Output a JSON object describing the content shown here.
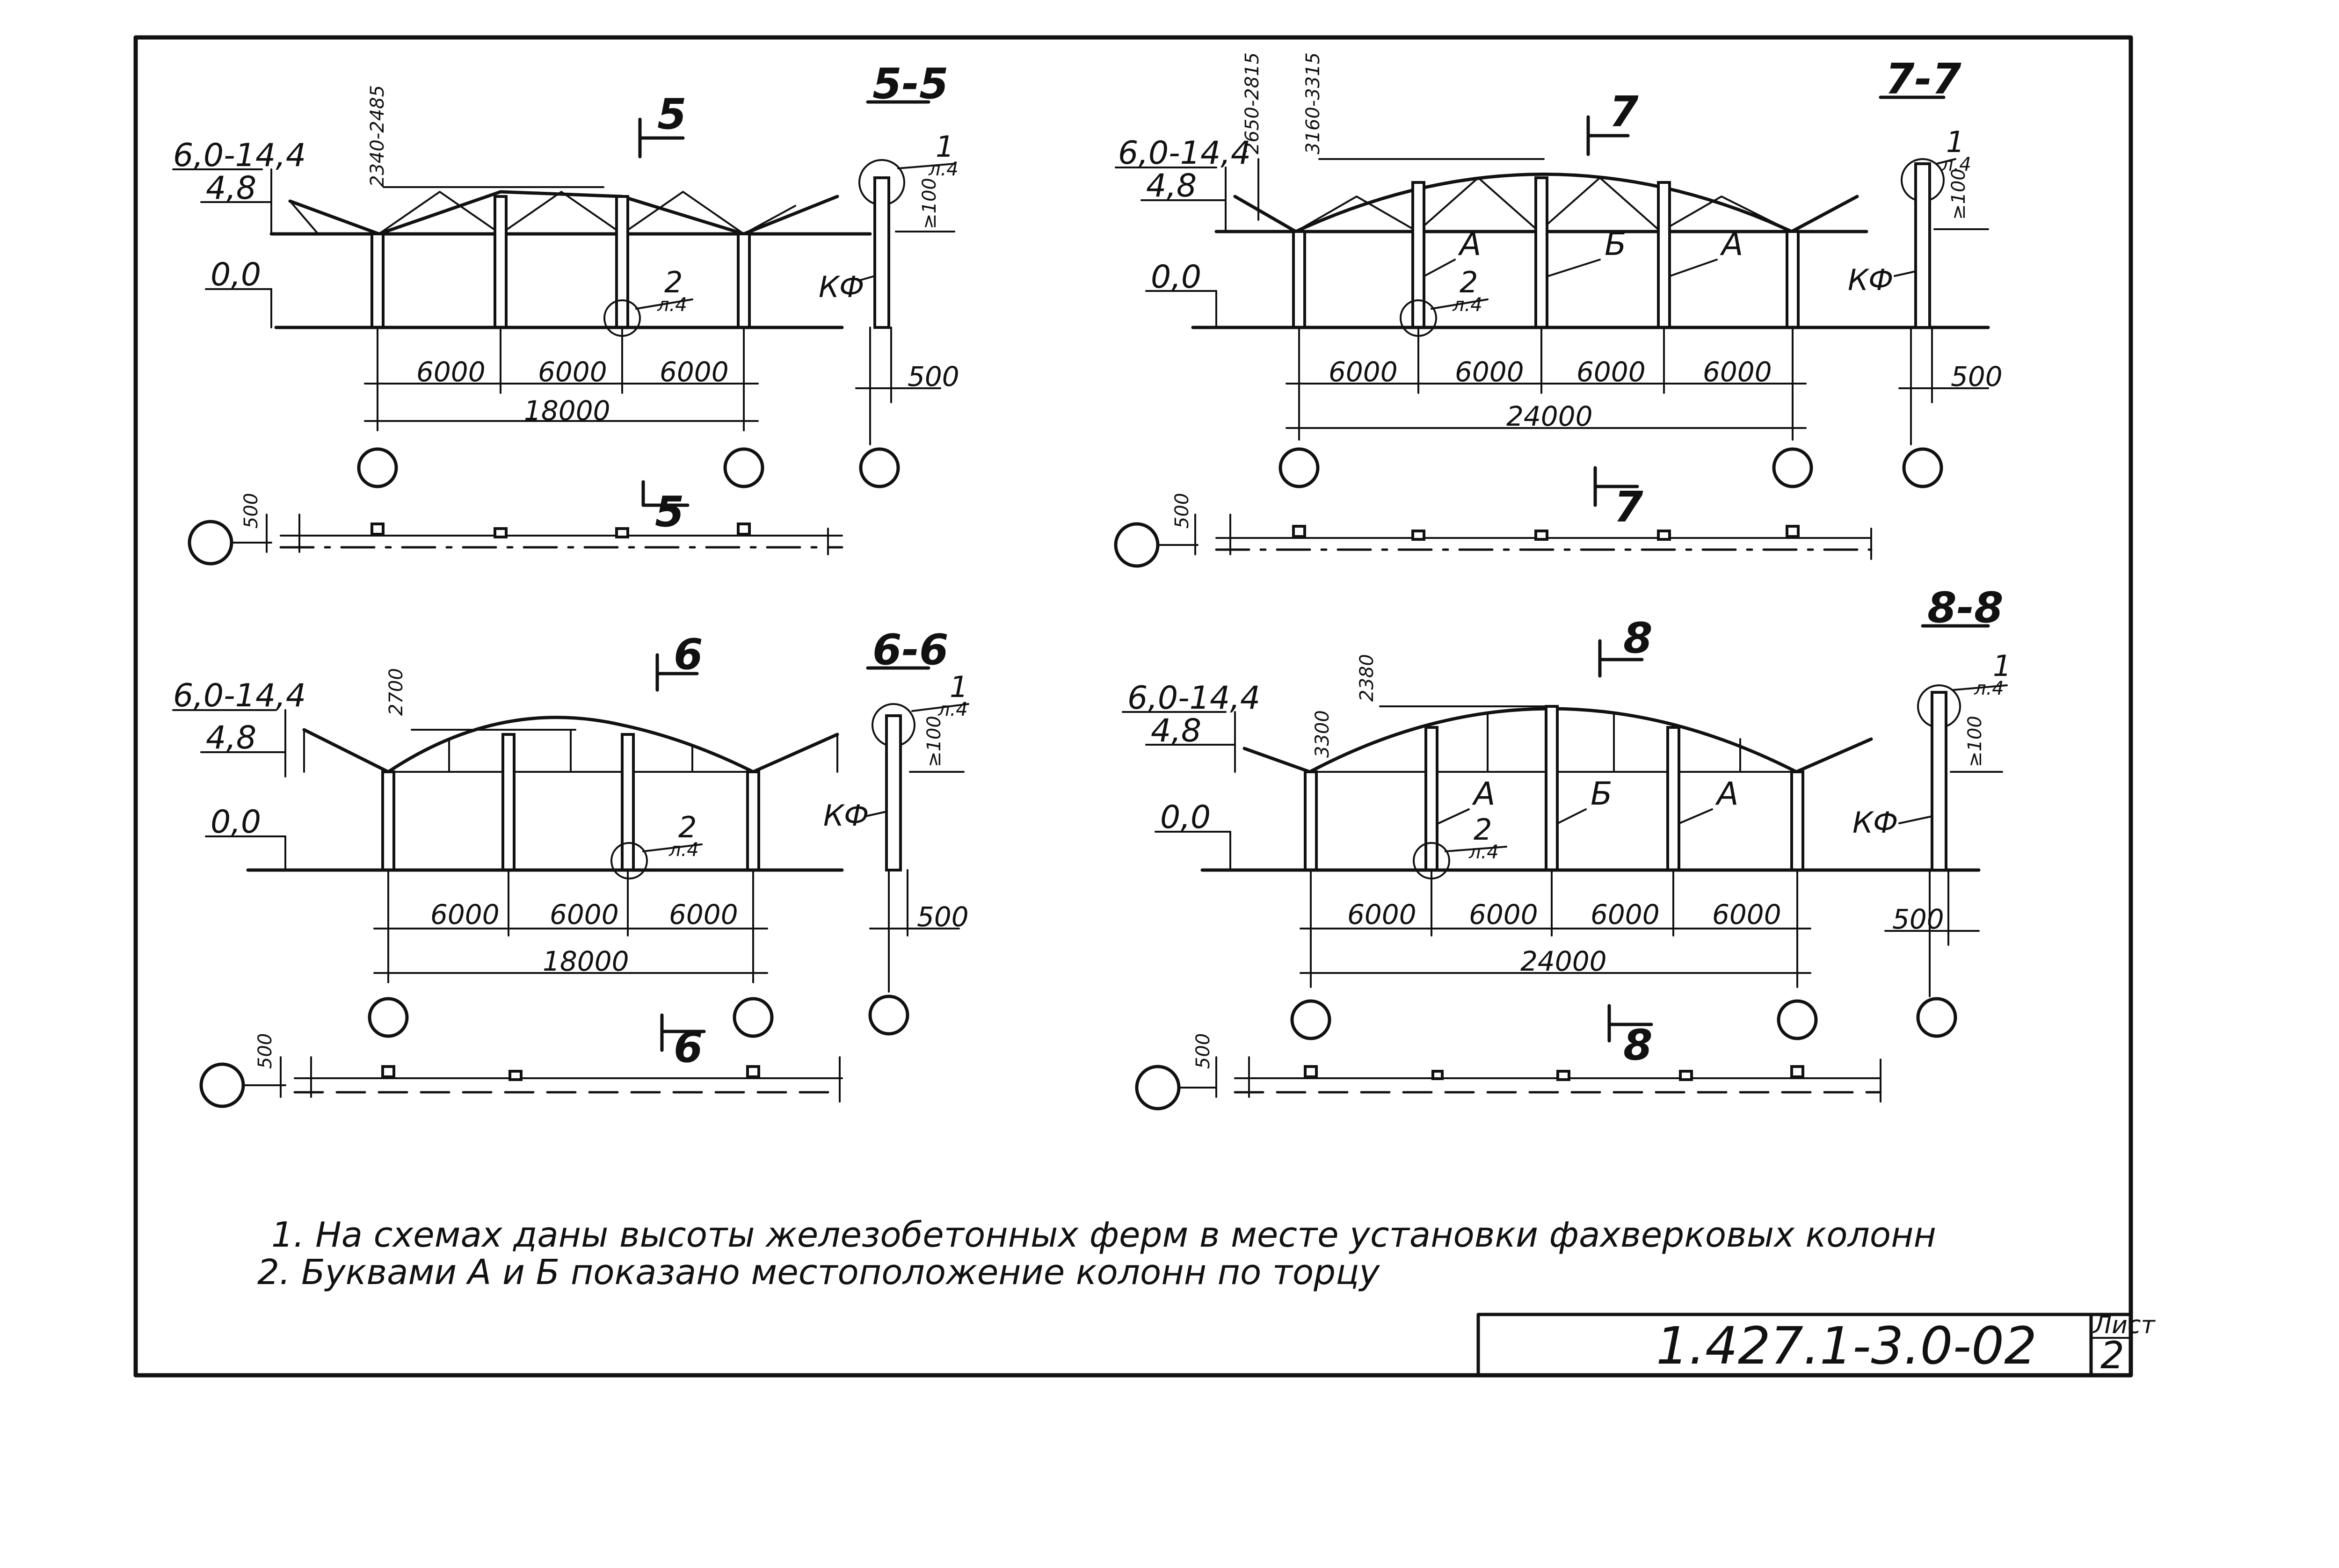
{
  "document": {
    "sections": [
      {
        "id": "5-5",
        "title": "5-5",
        "marker": "5",
        "levels": [
          "6,0-14,4",
          "4,8",
          "0,0"
        ],
        "truss_height": "2340-2485",
        "spans": [
          "6000",
          "6000",
          "6000"
        ],
        "total": "18000",
        "detail_callout": {
          "number": "2",
          "sheet": "л.4"
        },
        "end_detail": {
          "number": "1",
          "sheet": "л.4"
        },
        "kf_label": "КФ",
        "offset_dim": "500",
        "offset_dim_plan": "500",
        "height_dim": "≥100"
      },
      {
        "id": "7-7",
        "title": "7-7",
        "marker": "7",
        "levels": [
          "6,0-14,4",
          "4,8",
          "0,0"
        ],
        "truss_heights": [
          "2650-2815",
          "3160-3315"
        ],
        "column_letters": [
          "А",
          "Б",
          "А"
        ],
        "spans": [
          "6000",
          "6000",
          "6000",
          "6000"
        ],
        "total": "24000",
        "detail_callout": {
          "number": "2",
          "sheet": "л.4"
        },
        "end_detail": {
          "number": "1",
          "sheet": "л.4"
        },
        "kf_label": "КФ",
        "offset_dim": "500",
        "offset_dim_plan": "500",
        "height_dim": "≥100"
      },
      {
        "id": "6-6",
        "title": "6-6",
        "marker": "6",
        "levels": [
          "6,0-14,4",
          "4,8",
          "0,0"
        ],
        "truss_height": "2700",
        "spans": [
          "6000",
          "6000",
          "6000"
        ],
        "total": "18000",
        "detail_callout": {
          "number": "2",
          "sheet": "л.4"
        },
        "end_detail": {
          "number": "1",
          "sheet": "л.4"
        },
        "kf_label": "КФ",
        "offset_dim": "500",
        "offset_dim_plan": "500",
        "height_dim": "≥100"
      },
      {
        "id": "8-8",
        "title": "8-8",
        "marker": "8",
        "levels": [
          "6,0-14,4",
          "4,8",
          "0,0"
        ],
        "truss_heights": [
          "2380",
          "3300"
        ],
        "column_letters": [
          "А",
          "Б",
          "А"
        ],
        "spans": [
          "6000",
          "6000",
          "6000",
          "6000"
        ],
        "total": "24000",
        "detail_callout": {
          "number": "2",
          "sheet": "л.4"
        },
        "end_detail": {
          "number": "1",
          "sheet": "л.4"
        },
        "kf_label": "КФ",
        "offset_dim": "500",
        "offset_dim_plan": "500",
        "height_dim": "≥100"
      }
    ],
    "notes": [
      "1. На схемах даны высоты железобетонных ферм в месте установки фахверковых колонн",
      "2. Буквами А и Б показано местоположение колонн по торцу"
    ],
    "title_block": {
      "code": "1.427.1-3.0-02",
      "sheet_label": "Лист",
      "sheet_number": "2"
    }
  }
}
